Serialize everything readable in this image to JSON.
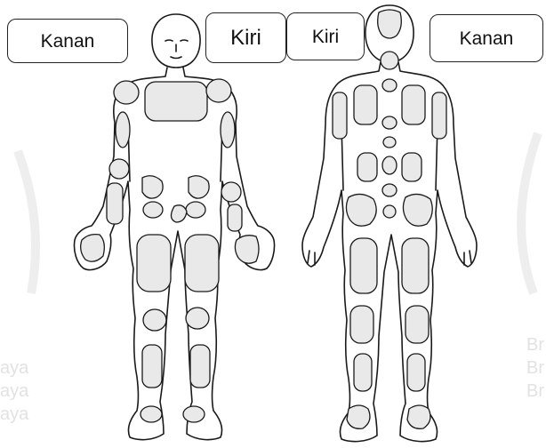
{
  "labels": {
    "front_right": "Kanan",
    "front_left": "Kiri",
    "back_left": "Kiri",
    "back_right": "Kanan"
  },
  "watermark": {
    "left_fragment": "aya",
    "right_fragment": "Br"
  },
  "colors": {
    "line": "#1a1a1a",
    "zone_fill": "#e9e9e9",
    "label_border": "#222222",
    "watermark": "#e2e2e2"
  }
}
